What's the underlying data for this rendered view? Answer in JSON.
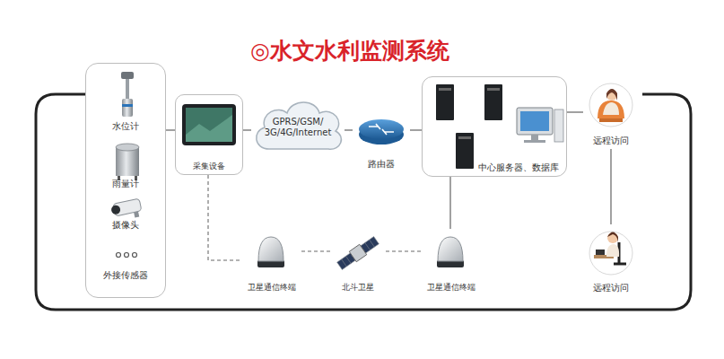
{
  "diagram": {
    "title": "◎水文水利监测系统",
    "nodes": [
      {
        "text": []
      },
      {
        "text": [
          "水位计"
        ],
        "in": 0
      },
      {
        "text": [
          "雨量计"
        ],
        "in": 0
      },
      {
        "text": [
          "摄像头"
        ],
        "in": 0
      },
      {
        "text": [
          "外接传感器"
        ],
        "in": 0
      },
      {
        "text": [
          "采集设备"
        ]
      },
      {
        "text": [
          "GPRS/GSM/ 3G/4G/Internet"
        ]
      },
      {
        "text": [
          "路由器"
        ]
      },
      {
        "text": [
          "中心服务器、数据库"
        ]
      },
      {
        "text": [
          "远程访问"
        ]
      },
      {
        "text": [
          "远程访问"
        ]
      },
      {
        "text": [
          "卫星通信终端"
        ]
      },
      {
        "text": [
          "北斗卫星"
        ]
      },
      {
        "text": [
          "卫星通信终端"
        ]
      }
    ],
    "edges": [
      {
        "from": 0,
        "to": 5,
        "arrow": "none"
      },
      {
        "from": 5,
        "to": 6,
        "arrow": "none"
      },
      {
        "from": 6,
        "to": 7,
        "arrow": "none"
      },
      {
        "from": 7,
        "to": 8,
        "arrow": "none"
      },
      {
        "from": 8,
        "to": 9,
        "arrow": "none"
      },
      {
        "from": 9,
        "to": 10,
        "arrow": "none"
      },
      {
        "from": 8,
        "to": 13,
        "arrow": "none"
      },
      {
        "from": 5,
        "to": 11,
        "arrow": "none"
      },
      {
        "from": 11,
        "to": 12,
        "arrow": "none"
      },
      {
        "from": 12,
        "to": 13,
        "arrow": "none"
      }
    ]
  }
}
